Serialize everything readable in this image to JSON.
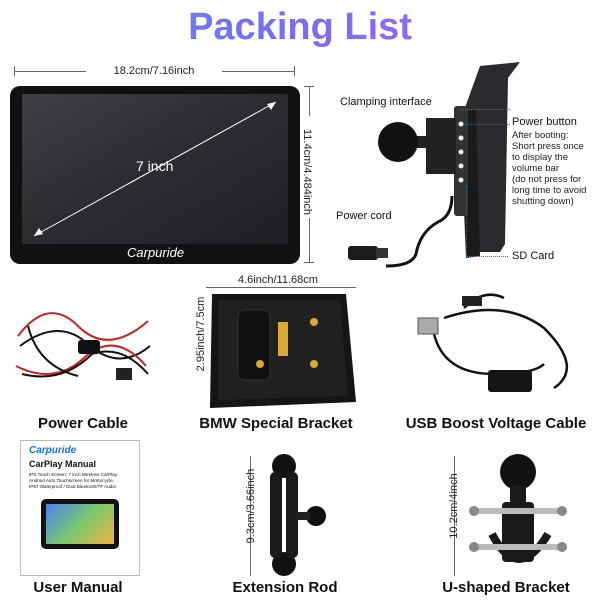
{
  "title": "Packing List",
  "device": {
    "width_dim": "18.2cm/7.16inch",
    "height_dim": "11.4cm/4.484inch",
    "diagonal": "7 inch",
    "logo": "Carpuride"
  },
  "side_view": {
    "clamping": "Clamping interface",
    "power_button": "Power button",
    "power_note": [
      "After booting:",
      "Short press once",
      "to display the",
      "volume bar",
      "(do not press for",
      "long time to avoid",
      "shutting down)"
    ],
    "power_cord": "Power cord",
    "sd_card": "SD Card"
  },
  "items": {
    "power_cable": "Power Cable",
    "bmw_bracket": "BMW Special Bracket",
    "bmw_width": "4.6inch/11.68cm",
    "bmw_height": "2.95inch/7.5cm",
    "usb_cable": "USB Boost Voltage Cable",
    "user_manual": "User Manual",
    "extension_rod": "Extension Rod",
    "rod_length": "9.3cm/3.66inch",
    "u_bracket": "U-shaped Bracket",
    "u_length": "10.2cm/4inch"
  },
  "manual": {
    "brand": "Carpuride",
    "heading": "CarPlay Manual",
    "lines": [
      "IPS Touch Screen: 7 inch Wireless CarPlay",
      "Android Auto Touchscreen for Motorcycle,",
      "IP67 Waterproof / Dual Bluetooth/TF Audio"
    ]
  },
  "colors": {
    "title_start": "#5b8cff",
    "title_end": "#b06af2",
    "pointer": "#1b6fd8"
  }
}
